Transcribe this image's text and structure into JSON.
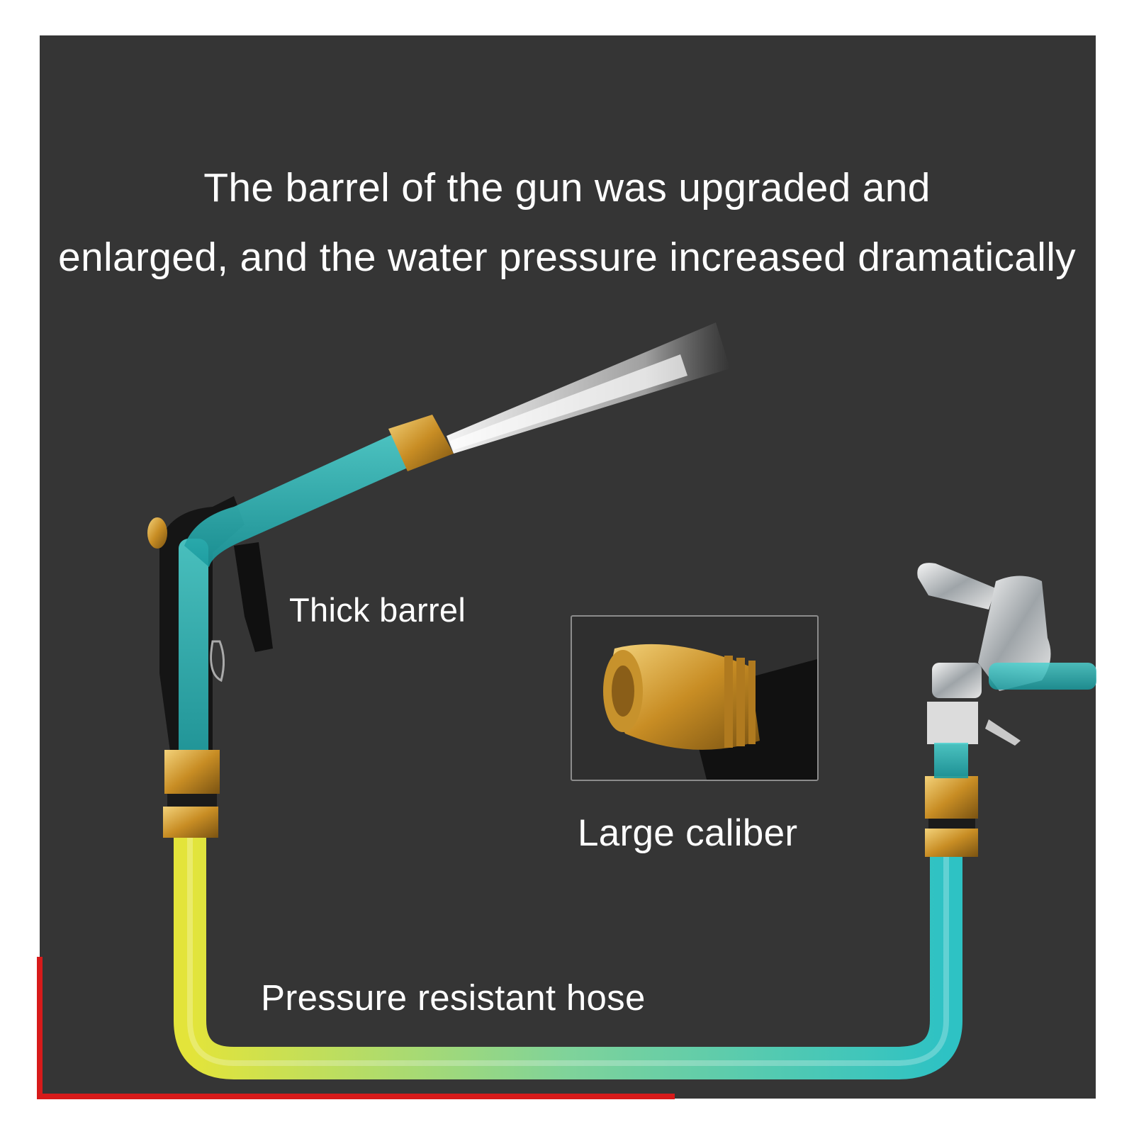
{
  "headline": {
    "line1": "The barrel of the gun was upgraded and",
    "line2": "enlarged, and the water pressure increased dramatically"
  },
  "labels": {
    "thick_barrel": "Thick barrel",
    "large_caliber": "Large caliber",
    "hose": "Pressure resistant hose"
  },
  "colors": {
    "background": "#353535",
    "text": "#ffffff",
    "hose_teal": "#2ec2c4",
    "hose_yellow": "#d9e23a",
    "brass": "#d6a23a",
    "accent_red": "#d71a1a"
  },
  "icons": [
    "spray-gun-icon",
    "water-spray-icon",
    "brass-nozzle-icon",
    "water-tap-icon",
    "hose-icon"
  ]
}
